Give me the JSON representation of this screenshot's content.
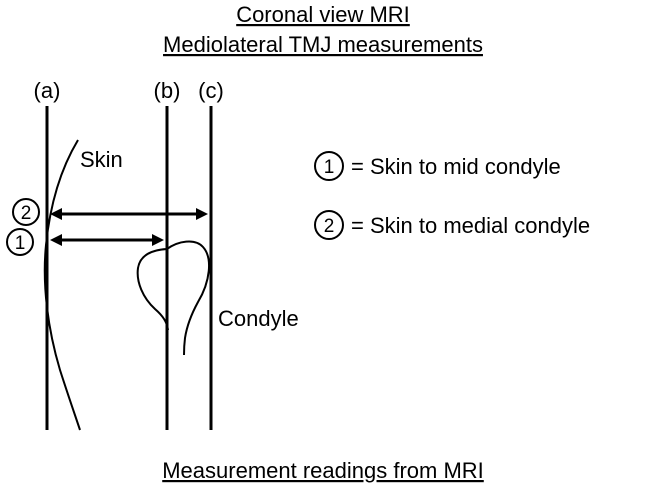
{
  "titles": {
    "line1": "Coronal view MRI",
    "line2": "Mediolateral TMJ measurements",
    "bottom": "Measurement readings from MRI"
  },
  "lines": [
    {
      "id": "a",
      "label": "(a)"
    },
    {
      "id": "b",
      "label": "(b)"
    },
    {
      "id": "c",
      "label": "(c)"
    }
  ],
  "structures": {
    "skin": "Skin",
    "condyle": "Condyle"
  },
  "markers": {
    "one": "1",
    "two": "2"
  },
  "legend": [
    {
      "marker": "1",
      "text": "= Skin to mid condyle"
    },
    {
      "marker": "2",
      "text": "= Skin to medial condyle"
    }
  ]
}
